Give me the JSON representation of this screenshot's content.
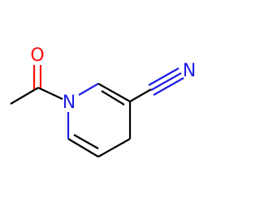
{
  "molecule": {
    "atoms": {
      "oxygen": {
        "symbol": "O",
        "color": "#ff0d0d"
      },
      "ring_nitrogen": {
        "symbol": "N",
        "color": "#1e1ee6"
      },
      "nitrile_nitrogen": {
        "symbol": "N",
        "color": "#1e1ee6"
      }
    },
    "bond_color": "#000000"
  }
}
